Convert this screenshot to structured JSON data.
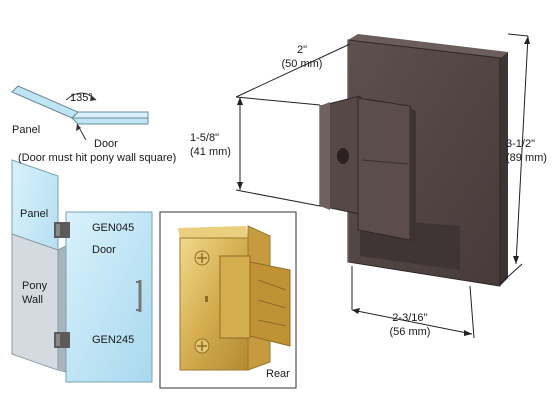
{
  "diagram": {
    "angle_label": "135°",
    "panel_label": "Panel",
    "door_label": "Door",
    "door_note": "(Door must hit pony wall square)",
    "glass_panel_label": "Panel",
    "pony_wall_line1": "Pony",
    "pony_wall_line2": "Wall",
    "gen045_label": "GEN045",
    "gen045_door_label": "Door",
    "gen245_label": "GEN245",
    "rear_label": "Rear"
  },
  "dimensions": {
    "width_in": "2\"",
    "width_mm": "(50 mm)",
    "depth_in": "1-5/8\"",
    "depth_mm": "(41 mm)",
    "height_in": "3-1/2\"",
    "height_mm": "(89  mm)",
    "bottom_in": "2-3/16''",
    "bottom_mm": "(56 mm)"
  },
  "colors": {
    "hinge_finish": "#4f4443",
    "rear_finish": "#d8b45a",
    "glass": "#bfe4f4"
  }
}
